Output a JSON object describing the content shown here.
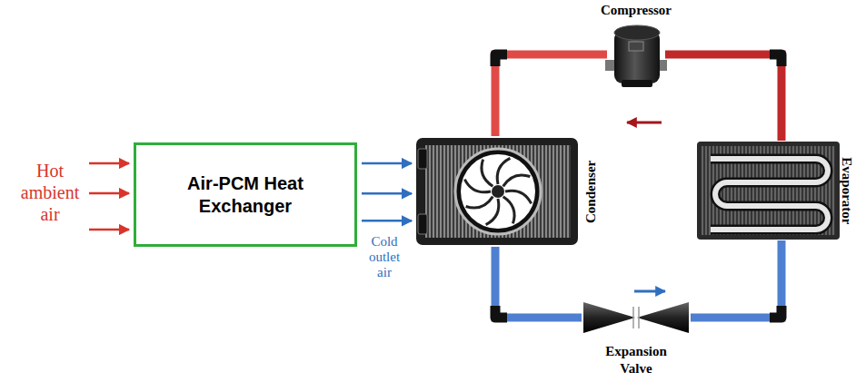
{
  "diagram": {
    "nodes": [
      {
        "text": [
          "Air-PCM Heat Exchanger"
        ]
      },
      {
        "text": [
          "Compressor"
        ]
      },
      {
        "text": [
          "Condenser"
        ]
      },
      {
        "text": [
          "Evaporator"
        ]
      },
      {
        "text": [
          "Expansion Valve"
        ]
      }
    ],
    "edges": [
      {
        "from": 0,
        "to": 2,
        "arrow": "to"
      },
      {
        "from": 1,
        "to": 2,
        "arrow": "none"
      },
      {
        "from": 2,
        "to": 4,
        "arrow": "none"
      },
      {
        "from": 4,
        "to": 3,
        "arrow": "none"
      },
      {
        "from": 3,
        "to": 1,
        "arrow": "none"
      }
    ],
    "labels": [
      "Hot ambient air",
      "Cold outlet air"
    ]
  }
}
